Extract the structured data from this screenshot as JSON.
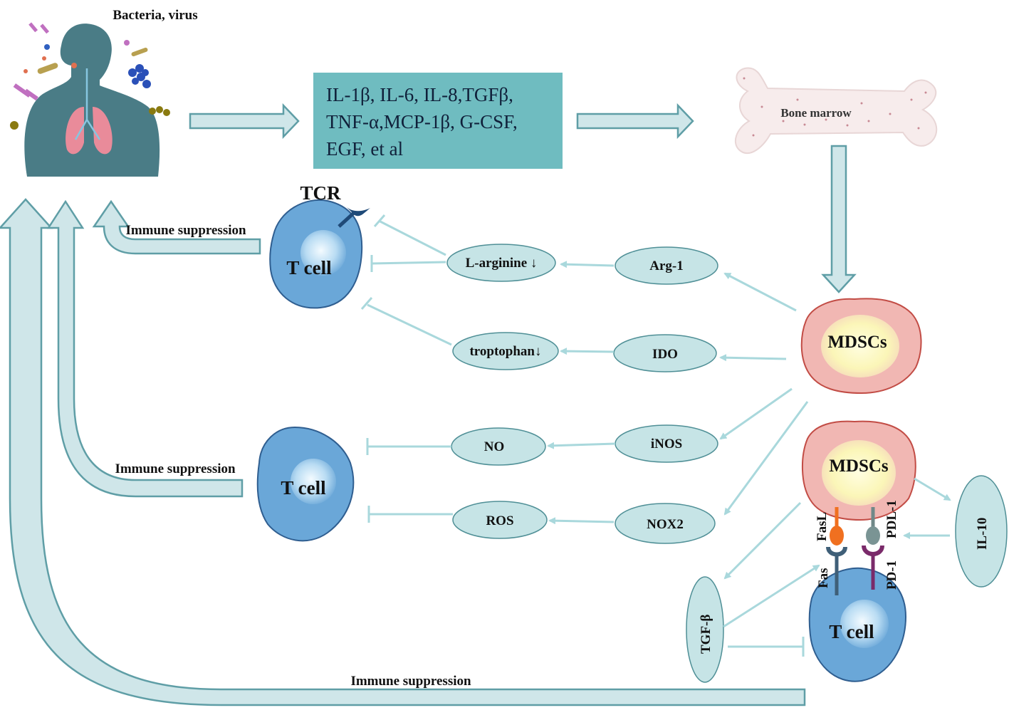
{
  "source": {
    "label": "Bacteria, virus"
  },
  "cytokines": {
    "line1": "IL-1β, IL-6, IL-8,TGFβ,",
    "line2": "TNF-α,MCP-1β, G-CSF,",
    "line3": "EGF, et al"
  },
  "bone": {
    "label": "Bone marrow"
  },
  "cells": {
    "tcell": "T cell",
    "tcr": "TCR",
    "mdsc": "MDSCs"
  },
  "mediators": {
    "larginine": "L-arginine ↓",
    "arg1": "Arg-1",
    "troptophan": "troptophan↓",
    "ido": "IDO",
    "no": "NO",
    "inos": "iNOS",
    "ros": "ROS",
    "nox2": "NOX2",
    "il10": "IL-10",
    "tgfb": "TGF-β"
  },
  "receptors": {
    "fasl": "FasL",
    "fas": "Fas",
    "pdl1": "PDL-1",
    "pd1": "PD-1"
  },
  "suppression": {
    "label": "Immune suppression"
  },
  "colors": {
    "arrow_fill": "#cfe6e9",
    "arrow_stroke": "#5f9ea6",
    "box_fill": "#6fbcc0",
    "oval_fill": "#c6e4e6",
    "oval_stroke": "#4f8f96",
    "tcell_fill": "#6aa7d8",
    "mdsc_fill": "#f1b7b3",
    "mdsc_core": "#fbf6b8",
    "line": "#a9d8dc"
  }
}
